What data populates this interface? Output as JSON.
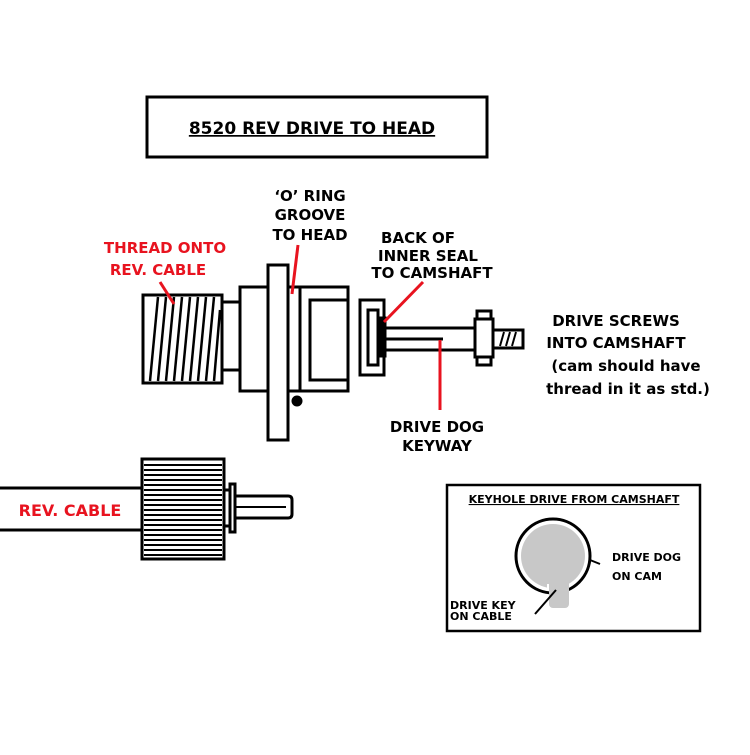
{
  "title": "8520 REV DRIVE TO HEAD",
  "labels": {
    "thread_onto": [
      "THREAD ONTO",
      "REV. CABLE"
    ],
    "o_ring": [
      "‘O’ RING",
      "GROOVE",
      "TO HEAD"
    ],
    "back_seal": [
      "BACK OF",
      "INNER SEAL",
      "TO CAMSHAFT"
    ],
    "drive_dog_keyway": [
      "DRIVE  DOG",
      "KEYWAY"
    ],
    "drive_screws": [
      "DRIVE  SCREWS",
      "INTO CAMSHAFT",
      "(cam should have",
      "thread in it as std.)"
    ],
    "rev_cable": "REV. CABLE"
  },
  "keyhole": {
    "title": "KEYHOLE DRIVE FROM CAMSHAFT",
    "drive_dog": [
      "DRIVE DOG",
      "ON CAM"
    ],
    "drive_key": [
      "DRIVE KEY",
      "ON CABLE"
    ]
  },
  "colors": {
    "label_red": "#e8131f",
    "key_gray": "#c8c8c8"
  }
}
